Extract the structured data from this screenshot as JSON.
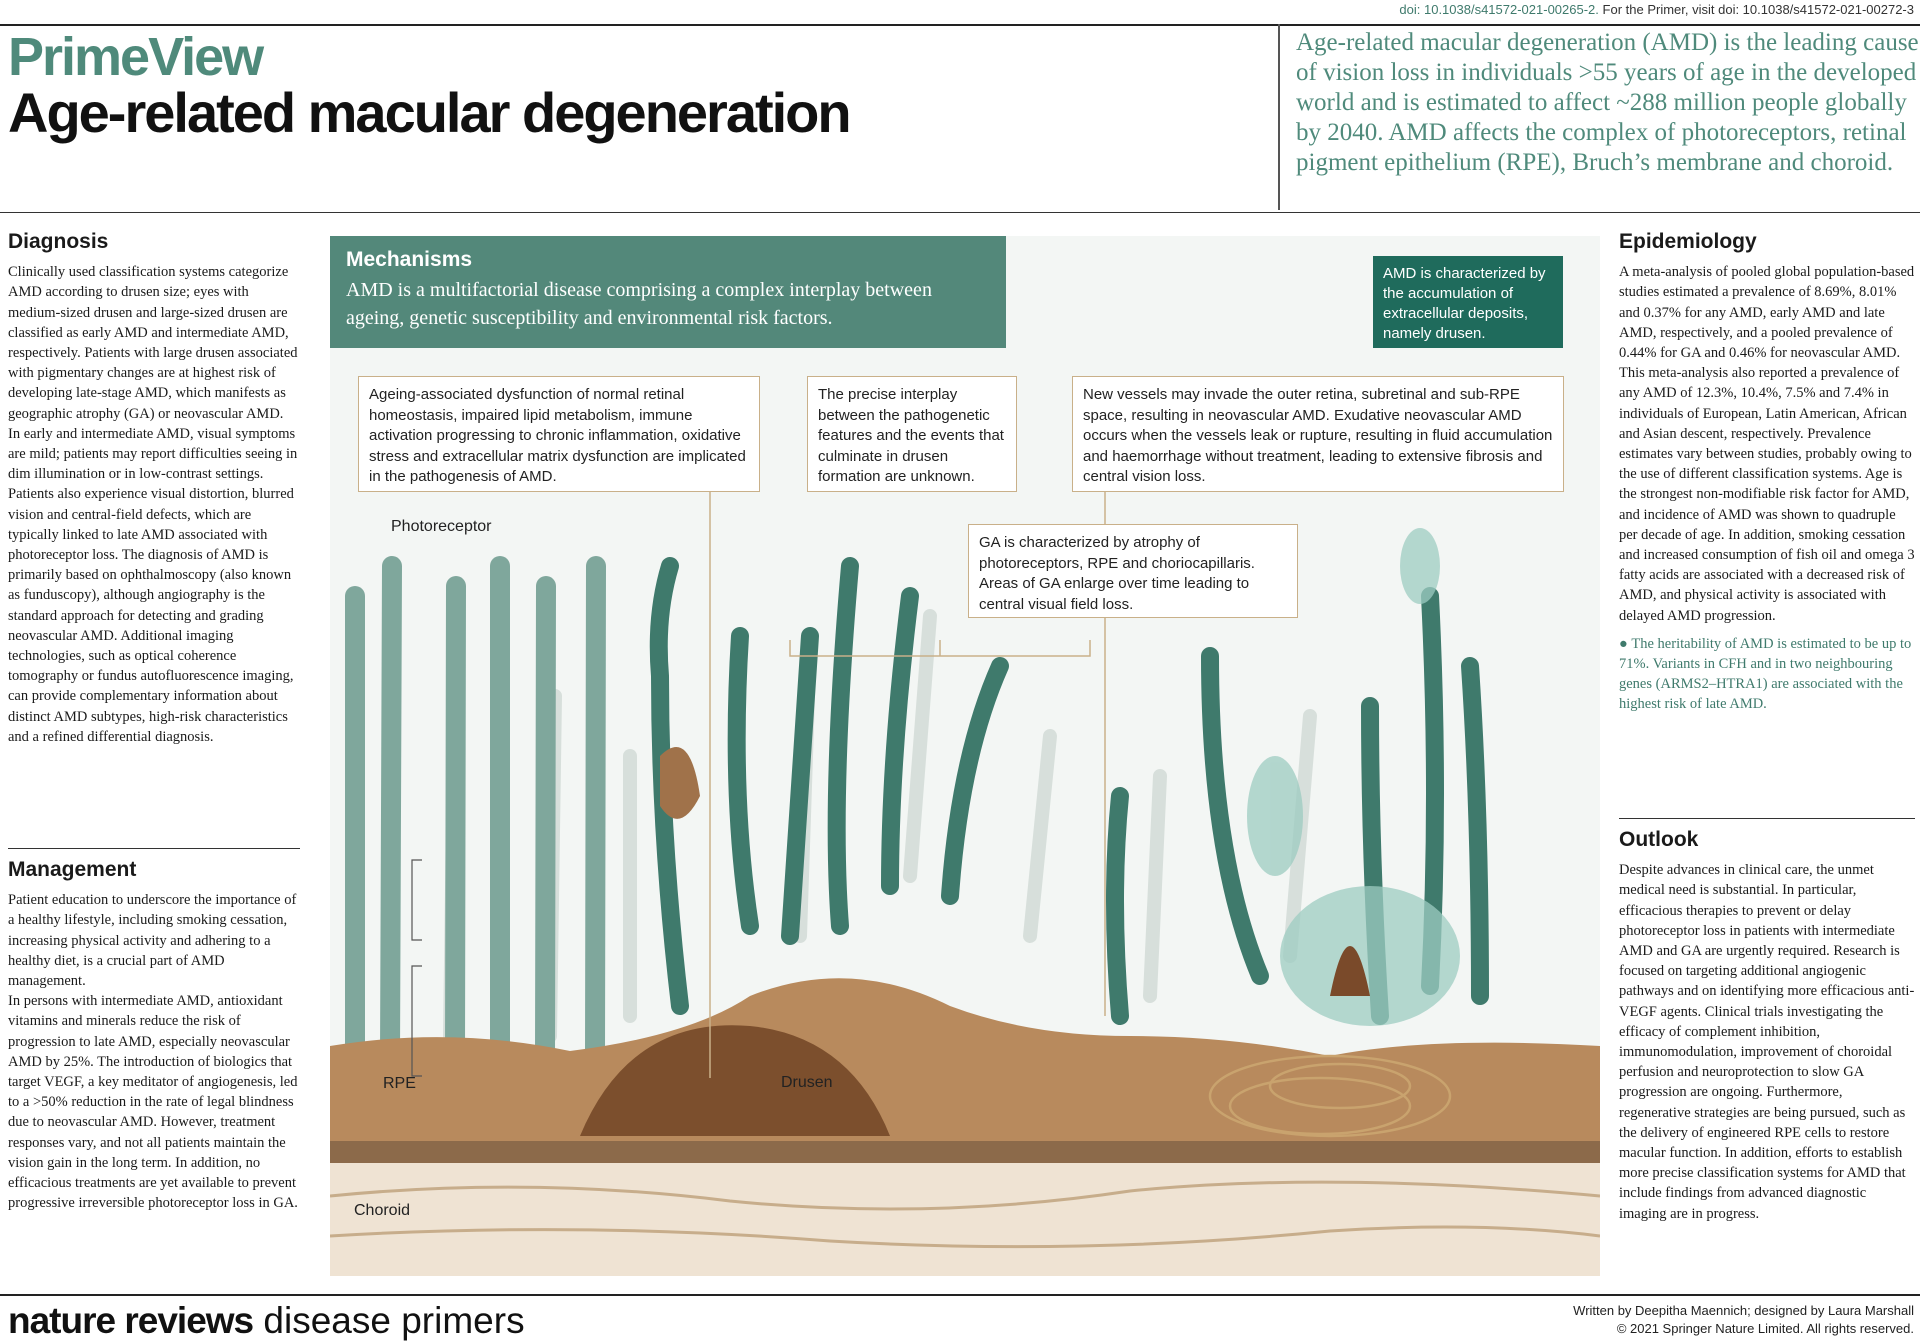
{
  "doi": {
    "text1": "doi: 10.1038/s41572-021-00265-2.",
    "text2": "For the Primer, visit doi: 10.1038/s41572-021-00272-3"
  },
  "header": {
    "brand": "PrimeView",
    "title": "Age-related macular degeneration",
    "intro": "Age-related macular degeneration (AMD) is the leading cause of vision loss in individuals >55 years of age in the developed world and is estimated to affect ~288 million people globally by 2040. AMD affects the complex of photoreceptors, retinal pigment epithelium (RPE), Bruch’s membrane and choroid."
  },
  "diagnosis": {
    "heading": "Diagnosis",
    "p1": "Clinically used classification systems categorize AMD according to drusen size; eyes with medium-sized drusen and large-sized drusen are classified as early AMD and intermediate AMD, respectively. Patients with large drusen associated with pigmentary changes are at highest risk of developing late-stage AMD, which manifests as geographic atrophy (GA) or neovascular AMD.",
    "p2": "In early and intermediate AMD, visual symptoms are mild; patients may report difficulties seeing in dim illumination or in low-contrast settings. Patients also experience visual distortion, blurred vision and central-field defects, which are typically linked to late AMD associated with photoreceptor loss. The diagnosis of AMD is primarily based on ophthalmoscopy (also known as funduscopy), although angiography is the standard approach for detecting and grading neovascular AMD. Additional imaging technologies, such as optical coherence tomography or fundus autofluorescence imaging, can provide complementary information about distinct AMD subtypes, high-risk characteristics and a refined differential diagnosis."
  },
  "management": {
    "heading": "Management",
    "p1": "Patient education to underscore the importance of a healthy lifestyle, including smoking cessation, increasing physical activity and adhering to a healthy diet, is a crucial part of AMD management.",
    "p2": "In persons with intermediate AMD, antioxidant vitamins and minerals reduce the risk of progression to late AMD, especially neovascular AMD by 25%. The introduction of biologics that target VEGF, a key meditator of angiogenesis, led to a >50% reduction in the rate of legal blindness due to neovascular AMD. However, treatment responses vary, and not all patients maintain the vision gain in the long term. In addition, no efficacious treatments are yet available to prevent progressive irreversible photoreceptor loss in GA."
  },
  "mechanisms": {
    "heading": "Mechanisms",
    "text": "AMD is a multifactorial disease comprising a complex interplay between ageing, genetic susceptibility and environmental risk factors.",
    "drusen_box": "AMD is characterized by the accumulation of extracellular deposits, namely drusen.",
    "callout1": "Ageing-associated dysfunction of normal retinal homeostasis, impaired lipid metabolism, immune activation progressing to chronic inflammation, oxidative stress and extracellular matrix dysfunction are implicated in the pathogenesis of AMD.",
    "callout2": "The precise interplay between the pathogenetic features and the events that culminate in drusen formation are unknown.",
    "callout3": "New vessels may invade the outer retina, subretinal and sub-RPE space, resulting in neovascular AMD. Exudative neovascular AMD occurs when the vessels leak or rupture, resulting in fluid accumulation and haemorrhage without treatment, leading to extensive fibrosis and central vision loss.",
    "callout4": "GA is characterized by atrophy of photoreceptors, RPE and choriocapillaris. Areas of GA enlarge over time leading to central visual field loss.",
    "label_photoreceptor": "Photoreceptor",
    "label_rpe": "RPE",
    "label_drusen": "Drusen",
    "label_choroid": "Choroid"
  },
  "epidemiology": {
    "heading": "Epidemiology",
    "p1": "A meta-analysis of pooled global population-based studies estimated a prevalence of 8.69%, 8.01% and 0.37% for any AMD, early AMD and late AMD, respectively, and a pooled prevalence of 0.44% for GA and 0.46% for neovascular AMD. This meta-analysis also reported a prevalence of any AMD of 12.3%, 10.4%, 7.5% and 7.4% in individuals of European, Latin American, African and Asian descent, respectively. Prevalence estimates vary between studies, probably owing to the use of different classification systems. Age is the strongest non-modifiable risk factor for AMD, and incidence of AMD was shown to quadruple per decade of age. In addition, smoking cessation and increased consumption of fish oil and omega 3 fatty acids are associated with a decreased risk of AMD, and physical activity is associated with delayed AMD progression.",
    "bullet": "The heritability of AMD is estimated to be up to 71%. Variants in CFH and in two neighbouring genes (ARMS2–HTRA1) are associated with the highest risk of late AMD."
  },
  "outlook": {
    "heading": "Outlook",
    "p1": "Despite advances in clinical care, the unmet medical need is substantial. In particular, efficacious therapies to prevent or delay photoreceptor loss in patients with intermediate AMD and GA are urgently required. Research is focused on targeting additional angiogenic pathways and on identifying more efficacious anti-VEGF agents. Clinical trials investigating the efficacy of complement inhibition, immunomodulation, improvement of choroidal perfusion and neuroprotection to slow GA progression are ongoing. Furthermore, regenerative strategies are being pursued, such as the delivery of engineered RPE cells to restore macular function. In addition, efforts to establish more precise classification systems for AMD that include findings from advanced diagnostic imaging are in progress."
  },
  "footer": {
    "brand_bold": "nature reviews",
    "brand_light": " disease primers",
    "credit1": "Written by Deepitha Maennich; designed by Laura Marshall",
    "credit2": "© 2021 Springer Nature Limited. All rights reserved."
  },
  "colors": {
    "teal": "#53887a",
    "dark_teal": "#1f6b5c",
    "brown": "#8a5a35",
    "tan": "#b88a5d"
  }
}
